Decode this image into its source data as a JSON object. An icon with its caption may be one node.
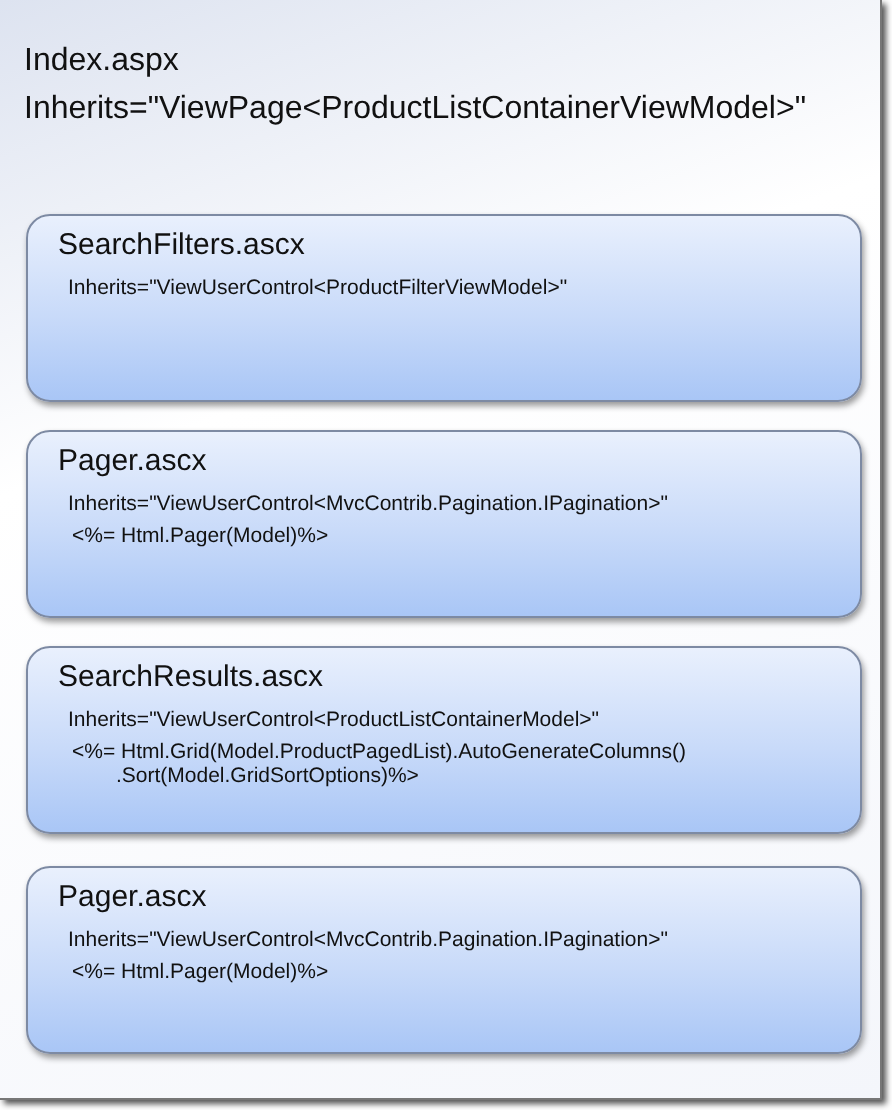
{
  "diagram": {
    "nodes": [
      {
        "text": [
          "Index.aspx",
          "Inherits=\"ViewPage<ProductListContainerViewModel>\""
        ]
      },
      {
        "text": [
          "SearchFilters.ascx",
          "Inherits=\"ViewUserControl<ProductFilterViewModel>\""
        ],
        "in": 0
      },
      {
        "text": [
          "Pager.ascx",
          "Inherits=\"ViewUserControl<MvcContrib.Pagination.IPagination>\"",
          "<%= Html.Pager(Model)%>"
        ],
        "in": 0
      },
      {
        "text": [
          "SearchResults.ascx",
          "Inherits=\"ViewUserControl<ProductListContainerModel>\"",
          "<%= Html.Grid(Model.ProductPagedList).AutoGenerateColumns() .Sort(Model.GridSortOptions)%>"
        ],
        "in": 0
      },
      {
        "text": [
          "Pager.ascx",
          "Inherits=\"ViewUserControl<MvcContrib.Pagination.IPagination>\"",
          "<%= Html.Pager(Model)%>"
        ],
        "in": 0
      }
    ]
  }
}
